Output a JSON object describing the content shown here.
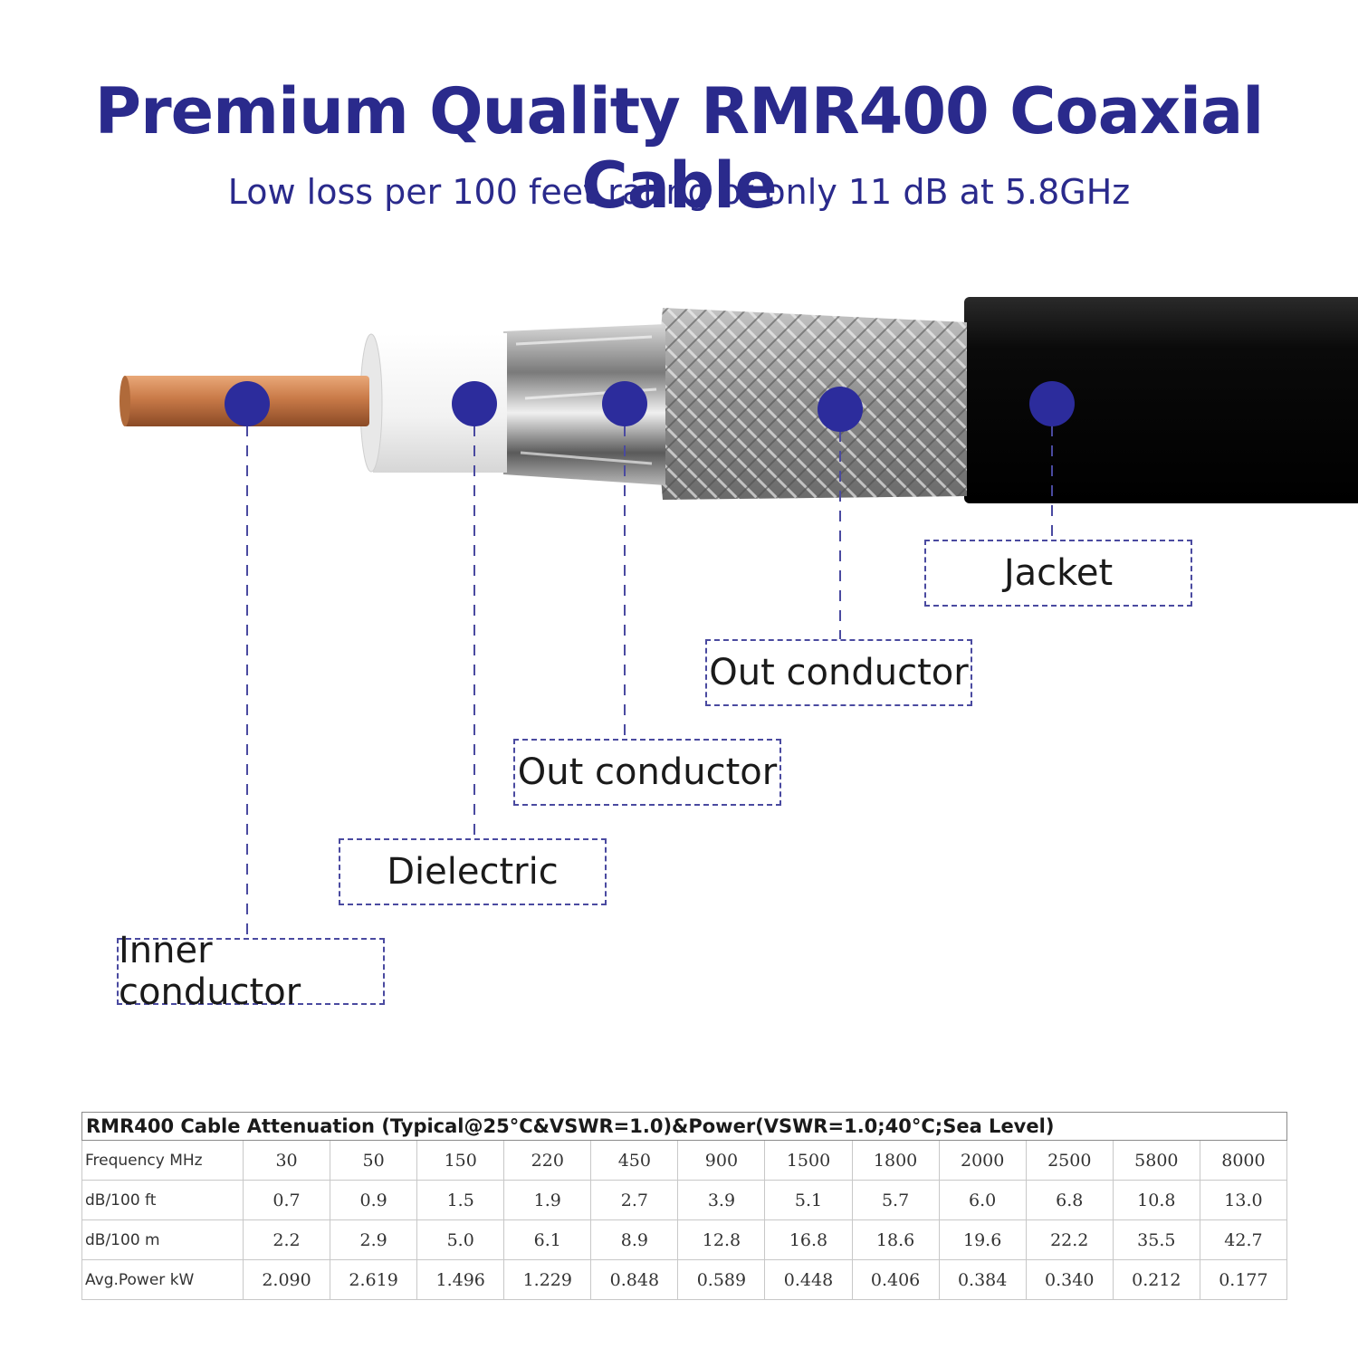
{
  "header": {
    "title": "Premium Quality RMR400 Coaxial Cable",
    "subtitle": "Low loss per 100 feet rating of only 11 dB at 5.8GHz"
  },
  "colors": {
    "accent": "#2a2a8c",
    "marker": "#2c2c9c",
    "copper": "#c87a4a",
    "dielectric": "#f4f4f4",
    "jacket": "#0a0a0a"
  },
  "labels": {
    "jacket": "Jacket",
    "outer_conductor_braid": "Out conductor",
    "outer_conductor_foil": "Out conductor",
    "dielectric": "Dielectric",
    "inner_conductor": "Inner conductor"
  },
  "table": {
    "title": "RMR400 Cable Attenuation (Typical@25°C&VSWR=1.0)&Power(VSWR=1.0;40°C;Sea Level)",
    "rows": [
      {
        "label": "Frequency MHz",
        "values": [
          "30",
          "50",
          "150",
          "220",
          "450",
          "900",
          "1500",
          "1800",
          "2000",
          "2500",
          "5800",
          "8000"
        ]
      },
      {
        "label": "dB/100 ft",
        "values": [
          "0.7",
          "0.9",
          "1.5",
          "1.9",
          "2.7",
          "3.9",
          "5.1",
          "5.7",
          "6.0",
          "6.8",
          "10.8",
          "13.0"
        ]
      },
      {
        "label": "dB/100 m",
        "values": [
          "2.2",
          "2.9",
          "5.0",
          "6.1",
          "8.9",
          "12.8",
          "16.8",
          "18.6",
          "19.6",
          "22.2",
          "35.5",
          "42.7"
        ]
      },
      {
        "label": "Avg.Power kW",
        "values": [
          "2.090",
          "2.619",
          "1.496",
          "1.229",
          "0.848",
          "0.589",
          "0.448",
          "0.406",
          "0.384",
          "0.340",
          "0.212",
          "0.177"
        ]
      }
    ]
  }
}
